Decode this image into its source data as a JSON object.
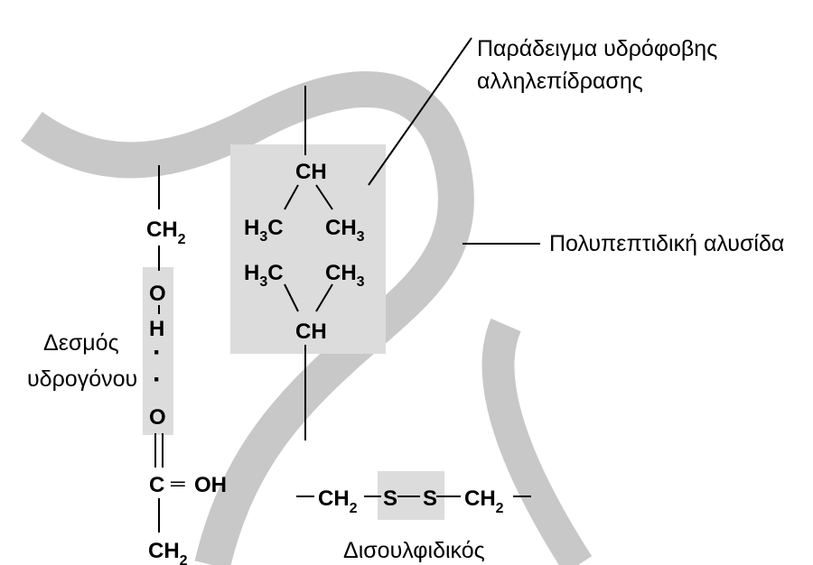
{
  "labels": {
    "hydrophobic_line1": "Παράδειγμα υδρόφοβης",
    "hydrophobic_line2": "αλληλεπίδρασης",
    "polypeptide": "Πολυπεπτιδική αλυσίδα",
    "hbond_line1": "Δεσμός",
    "hbond_line2": "υδρογόνου",
    "disulfide": "Δισουλφιδικός"
  },
  "left_chain": {
    "ch2_top": "CH",
    "o_top": "O",
    "h": "H",
    "dot1": "·",
    "dot2": "·",
    "o_bottom": "O",
    "c": "C",
    "eq": "═",
    "oh": "OH",
    "ch2_bottom": "CH"
  },
  "hydrophobic_group": {
    "ch_top": "CH",
    "h3c_upper": "C",
    "ch3_upper": "CH",
    "h3c_lower": "C",
    "ch3_lower": "CH",
    "ch_bottom": "CH"
  },
  "disulfide_group": {
    "ch2_left": "CH",
    "s1": "S",
    "s2": "S",
    "ch2_right": "CH"
  },
  "colors": {
    "chain": "#c8c8c8",
    "highlight": "#dcdcdc",
    "text": "#000000"
  }
}
